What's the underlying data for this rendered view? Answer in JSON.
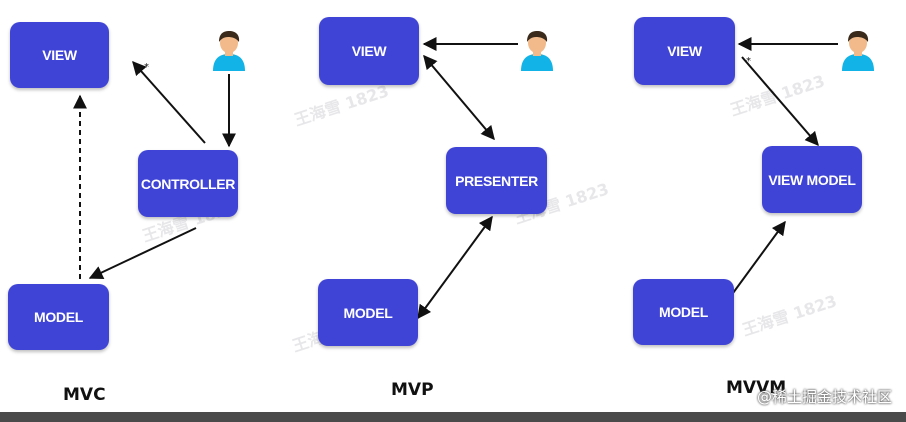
{
  "diagrams": [
    {
      "caption": "MVC",
      "nodes": {
        "view": "VIEW",
        "controller": "CONTROLLER",
        "model": "MODEL"
      }
    },
    {
      "caption": "MVP",
      "nodes": {
        "view": "VIEW",
        "presenter": "PRESENTER",
        "model": "MODEL"
      }
    },
    {
      "caption": "MVVM",
      "nodes": {
        "view": "VIEW",
        "viewmodel": "VIEW MODEL",
        "model": "MODEL"
      }
    }
  ],
  "watermark": "王海雪 1823",
  "credit": "@稀土掘金技术社区",
  "icons": {
    "user": "user-person-icon"
  },
  "colors": {
    "box": "#3f44d6",
    "arrow": "#111111",
    "skin": "#f2b98a",
    "hair": "#3a2a1c",
    "shirt": "#12b3e6"
  }
}
